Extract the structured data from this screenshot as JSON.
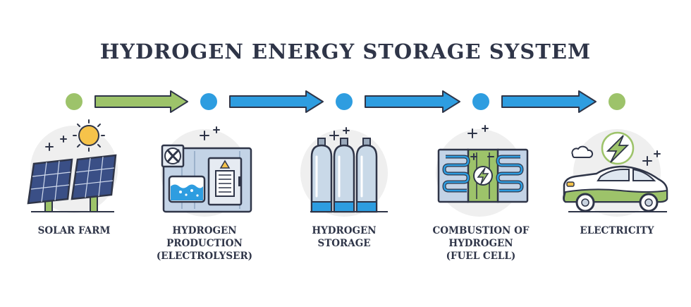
{
  "title": "HYDROGEN ENERGY STORAGE SYSTEM",
  "colors": {
    "ink": "#2f3548",
    "green": "#9dc36a",
    "blue": "#2e9de0",
    "sun": "#f6c34a",
    "panel": "#3a4f86",
    "tank": "#c9d9e8",
    "bg_circle": "#efefef"
  },
  "flow": {
    "nodes": [
      "green",
      "blue",
      "blue",
      "blue",
      "green"
    ],
    "arrows": [
      "green",
      "blue",
      "blue",
      "blue"
    ]
  },
  "steps": [
    {
      "key": "solar",
      "icon": "solar-panel-icon",
      "lines": [
        "SOLAR FARM"
      ]
    },
    {
      "key": "electrolyser",
      "icon": "electrolyser-icon",
      "lines": [
        "HYDROGEN",
        "PRODUCTION",
        "(ELECTROLYSER)"
      ]
    },
    {
      "key": "storage",
      "icon": "hydrogen-tanks-icon",
      "lines": [
        "HYDROGEN",
        "STORAGE"
      ]
    },
    {
      "key": "fuelcell",
      "icon": "fuel-cell-icon",
      "lines": [
        "COMBUSTION OF",
        "HYDROGEN",
        "(FUEL CELL)"
      ]
    },
    {
      "key": "electricity",
      "icon": "electric-car-icon",
      "lines": [
        "ELECTRICITY"
      ]
    }
  ]
}
